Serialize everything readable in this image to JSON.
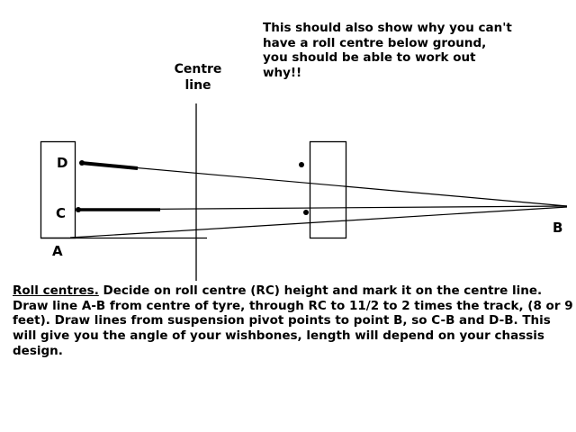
{
  "note": {
    "text": "This should also show why you can't\nhave a roll centre below ground,\nyou should be able to work out\nwhy!!"
  },
  "centre_line": {
    "label": "Centre\nline"
  },
  "points": {
    "A": "A",
    "B": "B",
    "C": "C",
    "D": "D"
  },
  "description": {
    "heading": "Roll centres.",
    "text": " Decide on roll centre (RC) height and mark it on the centre line. Draw line A-B from centre of tyre, through RC to 11/2 to 2 times the track, (8 or 9 feet). Draw lines from suspension pivot points to point B, so C-B and D-B. This will give you the angle of your wishbones, length will depend on your chassis design."
  },
  "colors": {
    "background": "#ffffff",
    "ink": "#000000"
  }
}
